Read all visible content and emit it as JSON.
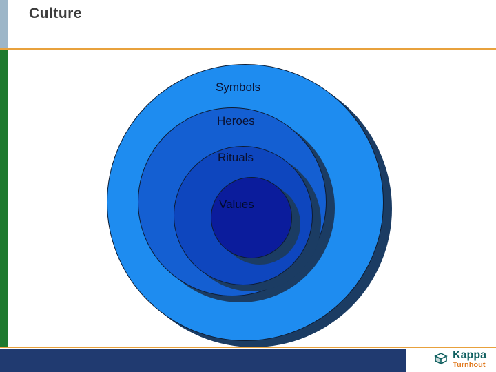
{
  "header": {
    "title": "Culture"
  },
  "diagram": {
    "rings": [
      {
        "label": "Symbols"
      },
      {
        "label": "Heroes"
      },
      {
        "label": "Rituals"
      },
      {
        "label": "Values"
      }
    ]
  },
  "footer": {
    "logo": {
      "name": "Kappa",
      "subtitle": "Turnhout"
    }
  },
  "colors": {
    "accent_orange": "#E8A13C",
    "accent_green": "#1E7A2E",
    "accent_slate": "#9DB6C8",
    "footer_navy": "#203A70",
    "ring_symbols": "#1E8CF0",
    "ring_heroes": "#145FD2",
    "ring_rituals": "#0E46BE",
    "ring_values": "#0B1C9C",
    "ring_shadow": "#1B3C63",
    "logo_teal": "#0F5F5F",
    "logo_orange": "#E07A1F"
  }
}
